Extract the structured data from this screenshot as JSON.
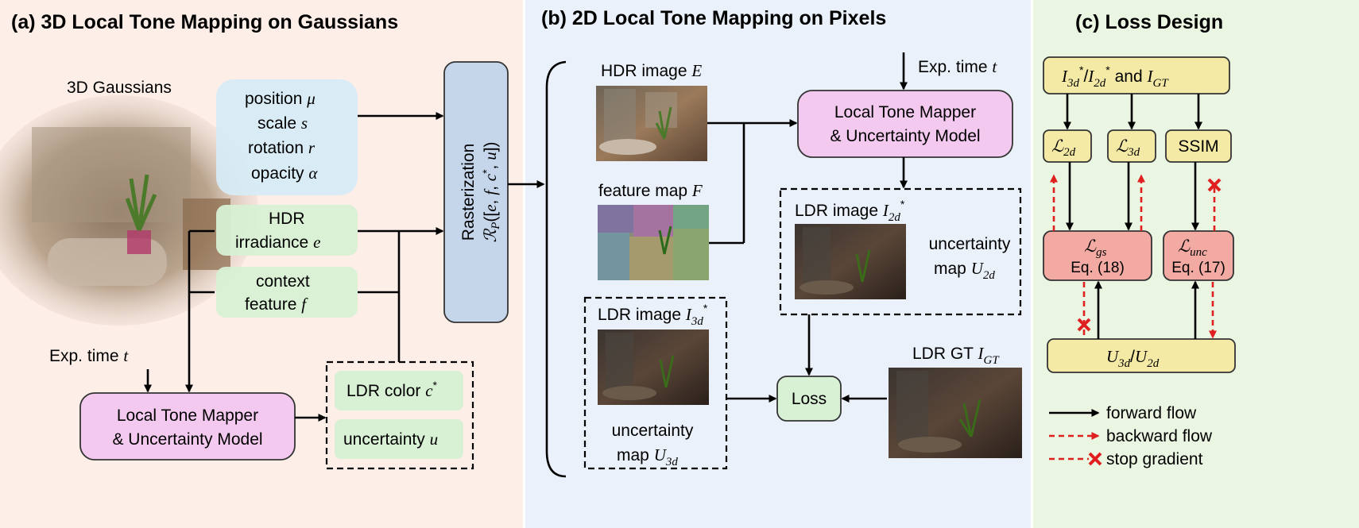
{
  "panels": {
    "a_title": "(a) 3D Local Tone Mapping on Gaussians",
    "b_title": "(b) 2D Local Tone Mapping on Pixels",
    "c_title": "(c) Loss Design"
  },
  "panel_a": {
    "gaussians_label": "3D Gaussians",
    "position": "position",
    "scale": "scale",
    "rotation": "rotation",
    "opacity": "opacity",
    "hdr_line1": "HDR",
    "hdr_line2": "irradiance",
    "context_line1": "context",
    "context_line2": "feature",
    "exp_time": "Exp. time",
    "tone_mapper_line1": "Local Tone Mapper",
    "tone_mapper_line2": "& Uncertainty Model",
    "ldr_color": "LDR color",
    "uncertainty": "uncertainty",
    "rasterization": "Rasterization"
  },
  "panel_b": {
    "hdr_image": "HDR image",
    "feature_map": "feature map",
    "exp_time": "Exp. time",
    "tone_mapper_line1": "Local Tone Mapper",
    "tone_mapper_line2": "& Uncertainty Model",
    "ldr_2d": "LDR image",
    "unc_2d_line1": "uncertainty",
    "unc_2d_line2": "map",
    "ldr_3d": "LDR image",
    "unc_3d_line1": "uncertainty",
    "unc_3d_line2": "map",
    "ldr_gt": "LDR GT",
    "loss": "Loss"
  },
  "panel_c": {
    "top_and": "and",
    "ssim": "SSIM",
    "eq18": "Eq. (18)",
    "eq17": "Eq. (17)",
    "legend_forward": "forward flow",
    "legend_backward": "backward flow",
    "legend_stop": "stop gradient"
  },
  "colors": {
    "panel_a_bg": "#fdeee8",
    "panel_b_bg": "#eaf1fa",
    "panel_c_bg": "#eaf5e2",
    "blue_box": "#d6ecf5",
    "green_box": "#d8f0d4",
    "pink_box": "#f3c9ef",
    "raster_box": "#c5d5ea",
    "yellow_box": "#f4eaa6",
    "salmon_box": "#f2aaa2",
    "red_arrow": "#e02020"
  }
}
